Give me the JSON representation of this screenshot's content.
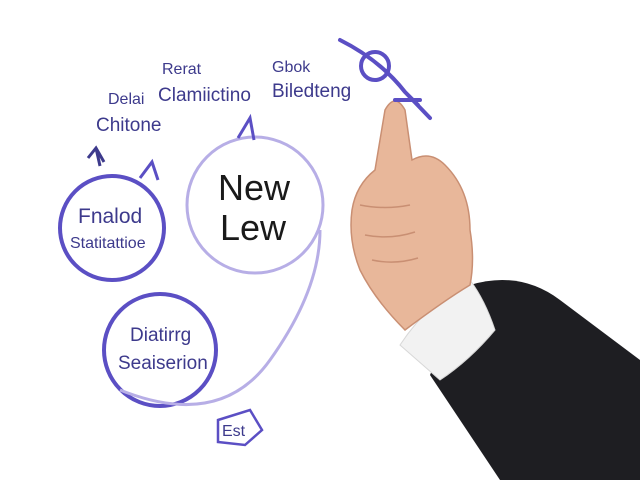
{
  "labels": {
    "top_left_1": "Delai",
    "top_left_2": "Chitone",
    "top_mid_1": "Rerat",
    "top_mid_2": "Clamiictino",
    "top_right_1": "Gbok",
    "top_right_2": "Biledteng",
    "circle_left_1": "Fnalod",
    "circle_left_2": "Statitattioe",
    "circle_big_1": "New",
    "circle_big_2": "Lew",
    "circle_bottom_1": "Diatirrg",
    "circle_bottom_2": "Seaiserion",
    "bottom_tag": "Est"
  },
  "colors": {
    "ink": "#5b4fc4",
    "ink_dark": "#3d3a8c",
    "light_ink": "#b7aee6",
    "skin": "#e8b79a",
    "suit": "#1e1e22",
    "cuff": "#f2f2f2"
  }
}
